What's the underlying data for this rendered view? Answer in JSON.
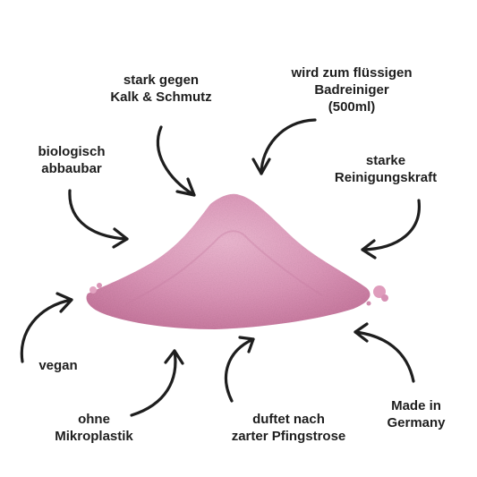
{
  "labels": {
    "kalk": [
      "stark gegen",
      "Kalk & Schmutz"
    ],
    "badreiniger": [
      "wird zum flüssigen",
      "Badreiniger",
      "(500ml)"
    ],
    "biologisch": [
      "biologisch",
      "abbaubar"
    ],
    "reinigungskraft": [
      "starke",
      "Reinigungskraft"
    ],
    "vegan": [
      "vegan"
    ],
    "mikroplastik": [
      "ohne",
      "Mikroplastik"
    ],
    "pfingstrose": [
      "duftet nach",
      "zarter Pfingstrose"
    ],
    "germany": [
      "Made in",
      "Germany"
    ]
  },
  "colors": {
    "powder_light": "#e9aec9",
    "powder_mid": "#d98db0",
    "powder_dark": "#c0729a",
    "ink": "#1e1e1e"
  }
}
